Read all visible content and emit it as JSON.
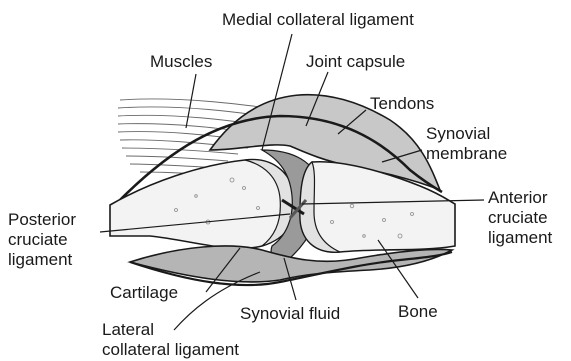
{
  "labels": {
    "medial_collateral_ligament": "Medial collateral ligament",
    "muscles": "Muscles",
    "joint_capsule": "Joint capsule",
    "tendons": "Tendons",
    "synovial_membrane": [
      "Synovial",
      "membrane"
    ],
    "anterior_cruciate_ligament": [
      "Anterior",
      "cruciate",
      "ligament"
    ],
    "posterior_cruciate_ligament": [
      "Posterior",
      "cruciate",
      "ligament"
    ],
    "cartilage": "Cartilage",
    "synovial_fluid": "Synovial fluid",
    "bone": "Bone",
    "lateral_collateral_ligament": [
      "Lateral",
      "collateral ligament"
    ]
  },
  "colors": {
    "ink": "#1a1a1a",
    "capsule_gray": "#b5b5b5",
    "fluid_gray": "#9a9a9a",
    "bone_fill": "#f3f3f3",
    "cartilage_fill": "#e2e2e2"
  }
}
